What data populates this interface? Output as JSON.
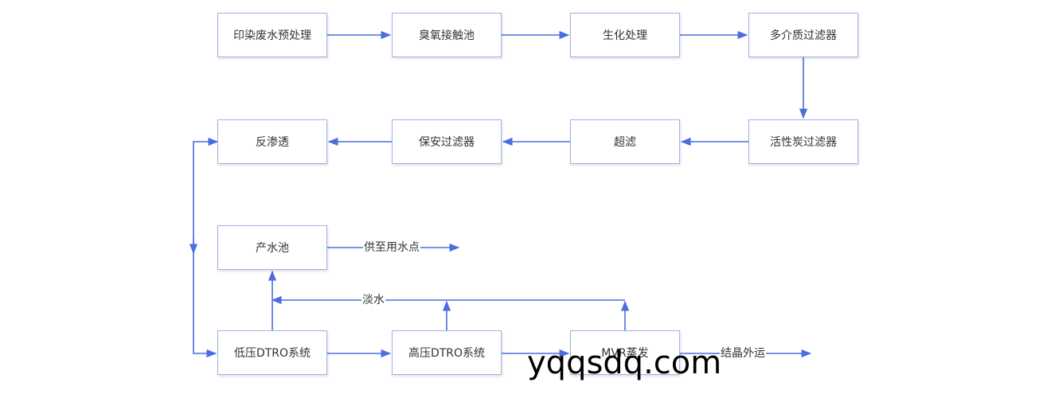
{
  "nodes": {
    "pretreatment": "印染废水预处理",
    "ozone": "臭氧接触池",
    "biochem": "生化处理",
    "multimedia": "多介质过滤器",
    "carbon": "活性炭过滤器",
    "uf": "超滤",
    "security": "保安过滤器",
    "ro": "反渗透",
    "product": "产水池",
    "lowdtro": "低压DTRO系统",
    "highdtro": "高压DTRO系统",
    "mvr": "MVR蒸发"
  },
  "edge_labels": {
    "supply": "供至用水点",
    "fresh": "淡水",
    "crystal": "结晶外运"
  },
  "watermark": "yqqsdq.com",
  "colors": {
    "edge": "#4a6ee0",
    "node_border": "#9fb1e6"
  }
}
